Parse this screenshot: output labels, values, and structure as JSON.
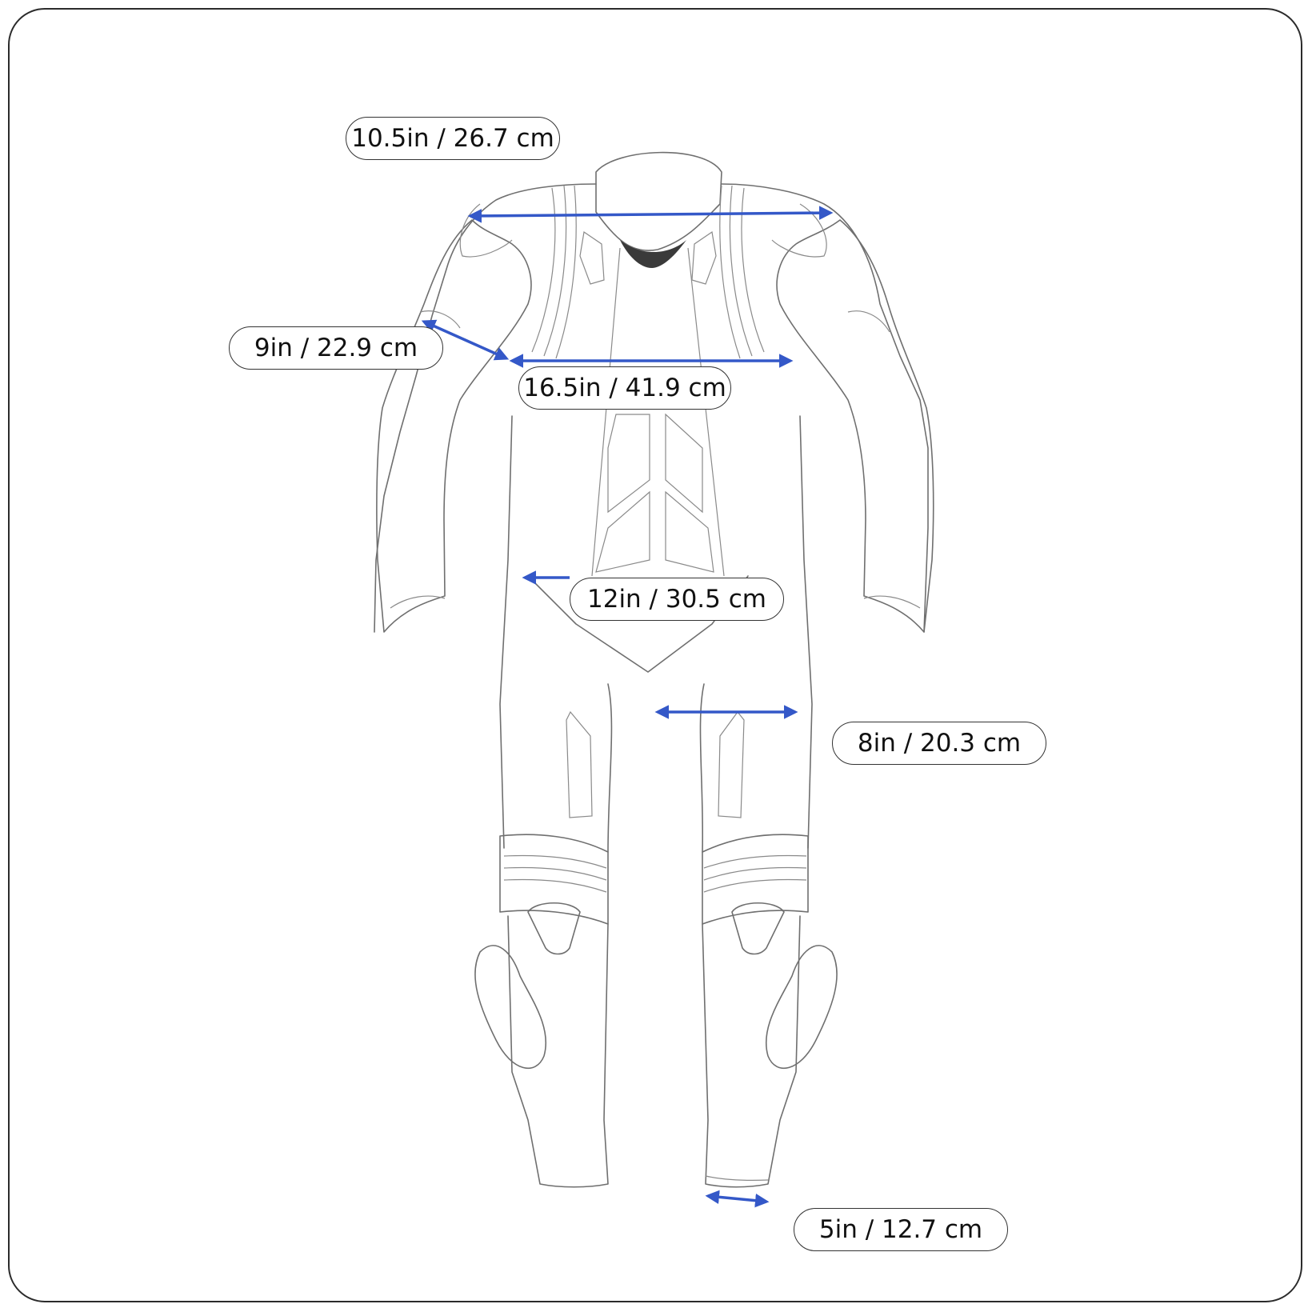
{
  "measurements": {
    "shoulder": "10.5in / 26.7 cm",
    "bicep": "9in / 22.9 cm",
    "chest": "16.5in / 41.9 cm",
    "waist": "12in / 30.5 cm",
    "thigh": "8in / 20.3 cm",
    "ankle": "5in / 12.7 cm"
  },
  "colors": {
    "arrow": "#3458c8",
    "outline": "#6f6f6f",
    "frame": "#2b2b2b"
  }
}
